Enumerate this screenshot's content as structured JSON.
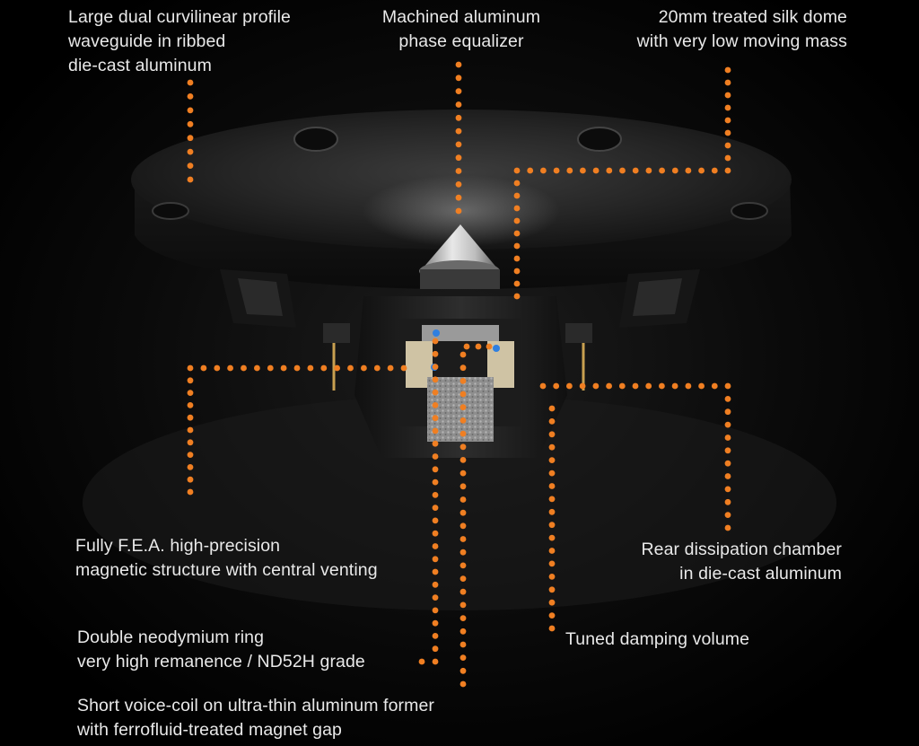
{
  "callouts": {
    "waveguide": {
      "lines": [
        "Large dual curvilinear profile",
        "waveguide in ribbed",
        "die-cast aluminum"
      ]
    },
    "equalizer": {
      "lines": [
        "Machined aluminum",
        "phase equalizer"
      ]
    },
    "dome": {
      "lines": [
        "20mm treated silk dome",
        "with very low moving mass"
      ]
    },
    "magnet_structure": {
      "lines": [
        "Fully F.E.A. high-precision",
        "magnetic structure with central venting"
      ]
    },
    "rear_chamber": {
      "lines": [
        "Rear dissipation chamber",
        "in die-cast aluminum"
      ]
    },
    "damping": {
      "lines": [
        "Tuned damping volume"
      ]
    },
    "neodymium": {
      "lines": [
        "Double neodymium ring",
        "very high remanence / ND52H grade"
      ]
    },
    "voice_coil": {
      "lines": [
        "Short voice-coil on ultra-thin aluminum former",
        "with ferrofluid-treated magnet gap"
      ]
    }
  },
  "colors": {
    "leader_dot": "#f07f22",
    "coil_dot": "#2f7fe0",
    "text": "#e9e9e9",
    "background": "#000000"
  }
}
